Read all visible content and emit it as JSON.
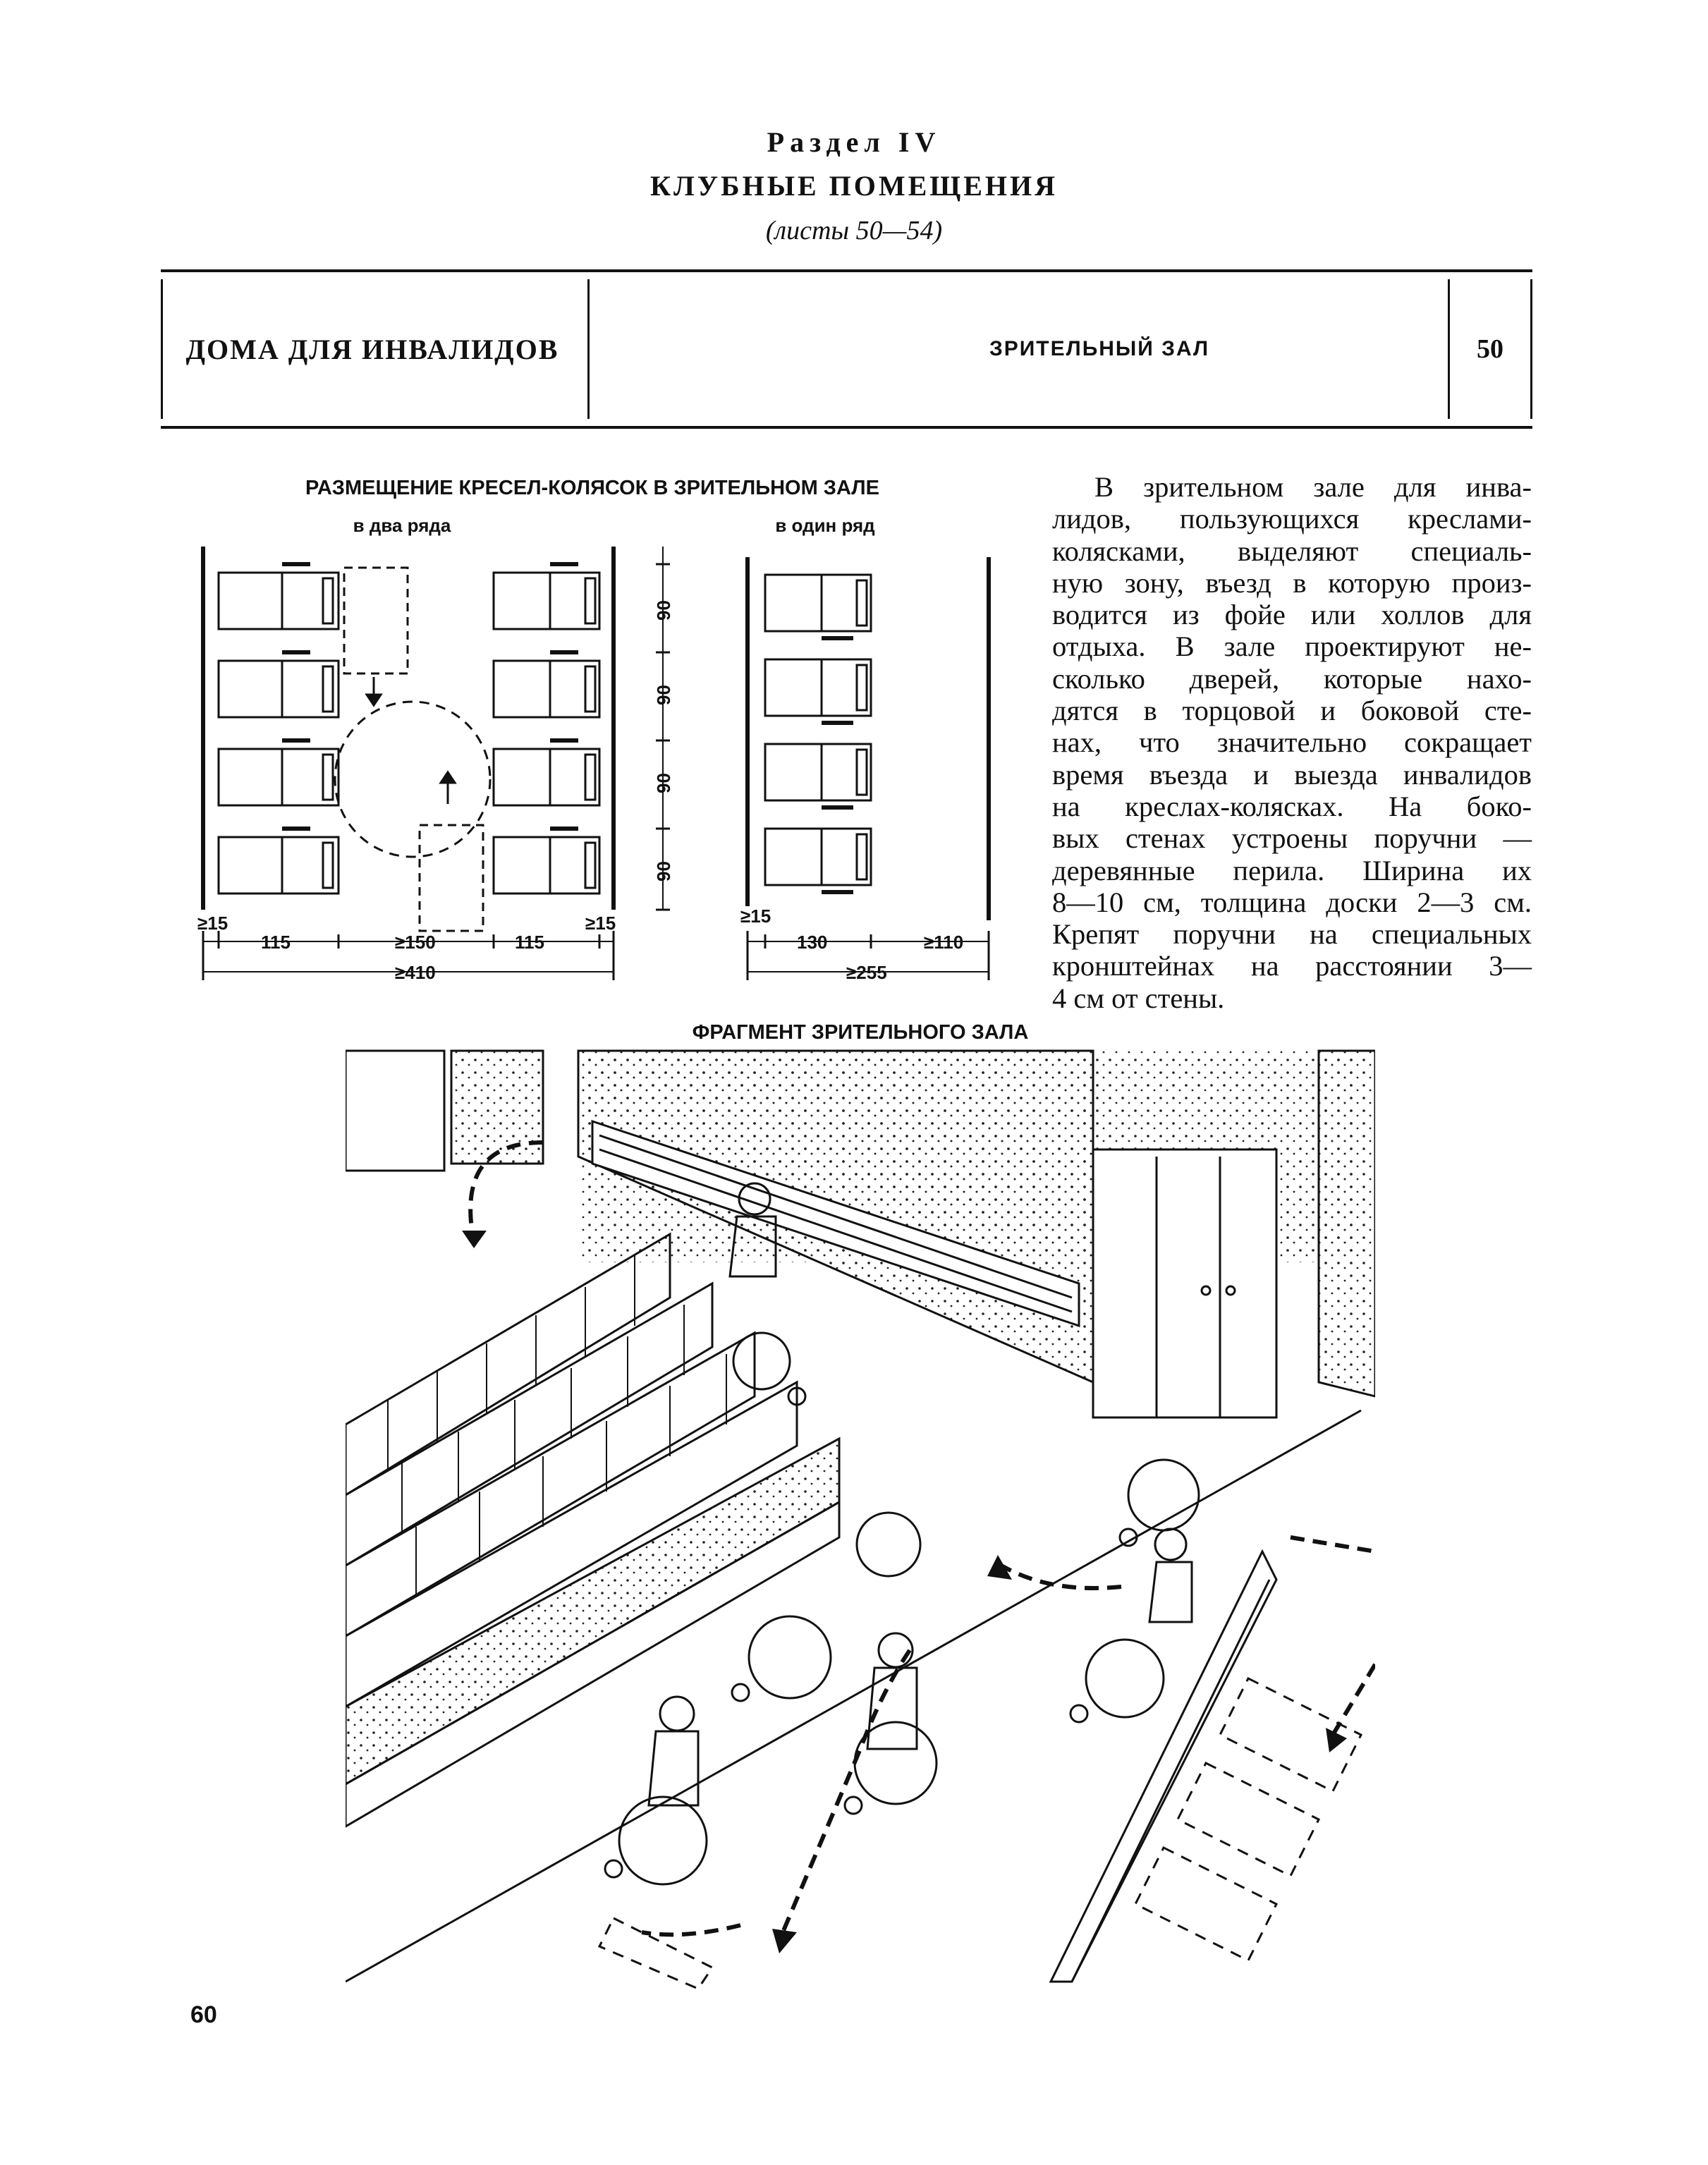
{
  "section": {
    "label": "Раздел IV",
    "title": "КЛУБНЫЕ ПОМЕЩЕНИЯ",
    "sheets": "(листы 50—54)"
  },
  "header": {
    "category": "ДОМА ДЛЯ ИНВАЛИДОВ",
    "topic": "ЗРИТЕЛЬНЫЙ ЗАЛ",
    "sheet_number": "50"
  },
  "plan": {
    "title": "РАЗМЕЩЕНИЕ КРЕСЕЛ-КОЛЯСОК В ЗРИТЕЛЬНОМ ЗАЛЕ",
    "two_rows_label": "в два ряда",
    "one_row_label": "в один ряд",
    "two_rows_dimensions": {
      "side_gap": "≥15",
      "chair_width": "115",
      "aisle": "≥150",
      "total": "≥410",
      "row_pitch": "90"
    },
    "one_row_dimensions": {
      "side_gap": "≥15",
      "chair_width": "130",
      "aisle": "≥110",
      "total": "≥255"
    }
  },
  "body_lines": [
    "В зрительном зале для инва-",
    "лидов, пользующихся креслами-",
    "колясками, выделяют специаль-",
    "ную зону, въезд в которую произ-",
    "водится из фойе или холлов для",
    "отдыха. В зале проектируют не-",
    "сколько дверей, которые нахо-",
    "дятся в торцовой и боковой сте-",
    "нах, что значительно сокращает",
    "время въезда и выезда инвалидов",
    "на креслах-колясках. На боко-",
    "вых стенах устроены поручни —",
    "деревянные перила. Ширина их",
    "8—10 см, толщина доски 2—3 см.",
    "Крепят поручни на специальных",
    "кронштейнах на расстоянии 3—",
    "4 см от стены."
  ],
  "fragment": {
    "title": "ФРАГМЕНТ ЗРИТЕЛЬНОГО ЗАЛА"
  },
  "page_number": "60"
}
